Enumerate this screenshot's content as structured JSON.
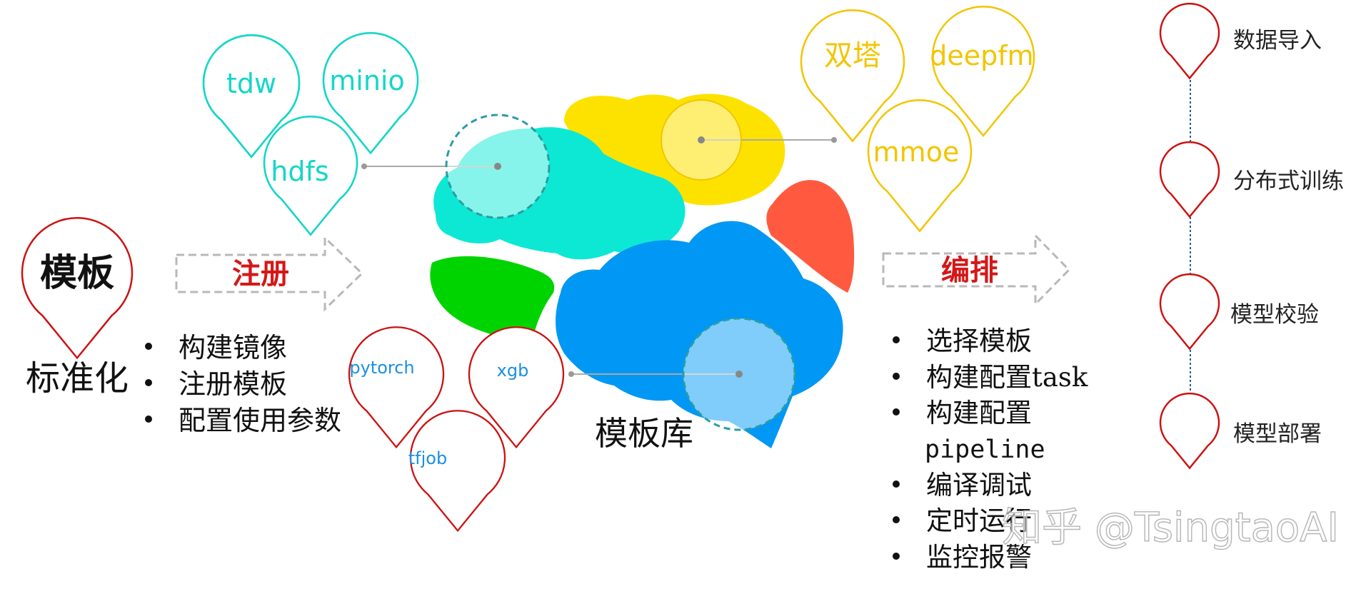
{
  "colors": {
    "red": "#cc1111",
    "teal": "#15d6c8",
    "yellow": "#f2c500",
    "blue_text": "#1b8fe0",
    "brain_teal": "#0de8d4",
    "brain_yellow": "#fde200",
    "brain_red": "#ff5a40",
    "brain_green": "#00d400",
    "brain_blue": "#0098f4",
    "ring": "#2a9da3",
    "gray_line": "#aaaaaa",
    "dashed_arrow": "#b8b8b8",
    "timeline_line": "#2a5a8c"
  },
  "left": {
    "pin_label": "模板",
    "caption": "标准化",
    "arrow_label": "注册",
    "bullets": [
      "构建镜像",
      "注册模板",
      "配置使用参数"
    ]
  },
  "storage_pins": [
    "tdw",
    "minio",
    "hdfs"
  ],
  "framework_pins": [
    "pytorch",
    "xgb",
    "tfjob"
  ],
  "model_pins": [
    "双塔",
    "deepfm",
    "mmoe"
  ],
  "center": {
    "label": "模板库"
  },
  "right": {
    "arrow_label": "编排",
    "bullets": [
      "选择模板",
      "构建配置task",
      "构建配置",
      "pipeline",
      "编译调试",
      "定时运行",
      "监控报警"
    ]
  },
  "timeline": [
    "数据导入",
    "分布式训练",
    "模型校验",
    "模型部署"
  ],
  "watermark": "知乎 @TsingtaoAI"
}
